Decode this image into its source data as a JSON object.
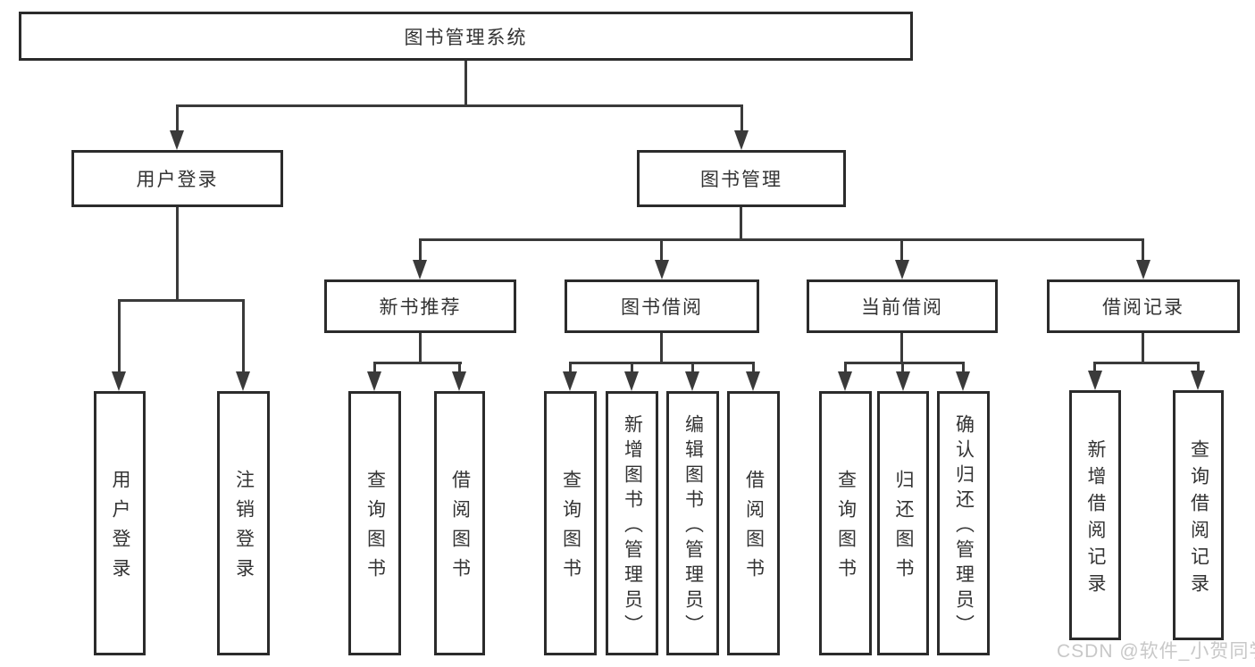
{
  "colors": {
    "line": "#3a3a3a",
    "box_border": "#2b2b2b",
    "text": "#333333",
    "watermark": "#c8c8c8",
    "background": "#ffffff"
  },
  "watermark": {
    "text": "CSDN @软件_小贺同学"
  },
  "tree": {
    "root": {
      "label": "图书管理系统"
    },
    "level2": [
      {
        "label": "用户登录"
      },
      {
        "label": "图书管理"
      }
    ],
    "level3": [
      {
        "label": "新书推荐"
      },
      {
        "label": "图书借阅"
      },
      {
        "label": "当前借阅"
      },
      {
        "label": "借阅记录"
      }
    ],
    "leaves": {
      "user_login": [
        {
          "label": "用户登录"
        },
        {
          "label": "注销登录"
        }
      ],
      "new_book": [
        {
          "label": "查询图书"
        },
        {
          "label": "借阅图书"
        }
      ],
      "book_borrow": [
        {
          "label": "查询图书"
        },
        {
          "label": "新增图书（管理员）"
        },
        {
          "label": "编辑图书（管理员）"
        },
        {
          "label": "借阅图书"
        }
      ],
      "current_borrow": [
        {
          "label": "查询图书"
        },
        {
          "label": "归还图书"
        },
        {
          "label": "确认归还（管理员）"
        }
      ],
      "borrow_records": [
        {
          "label": "新增借阅记录"
        },
        {
          "label": "查询借阅记录"
        }
      ]
    }
  }
}
